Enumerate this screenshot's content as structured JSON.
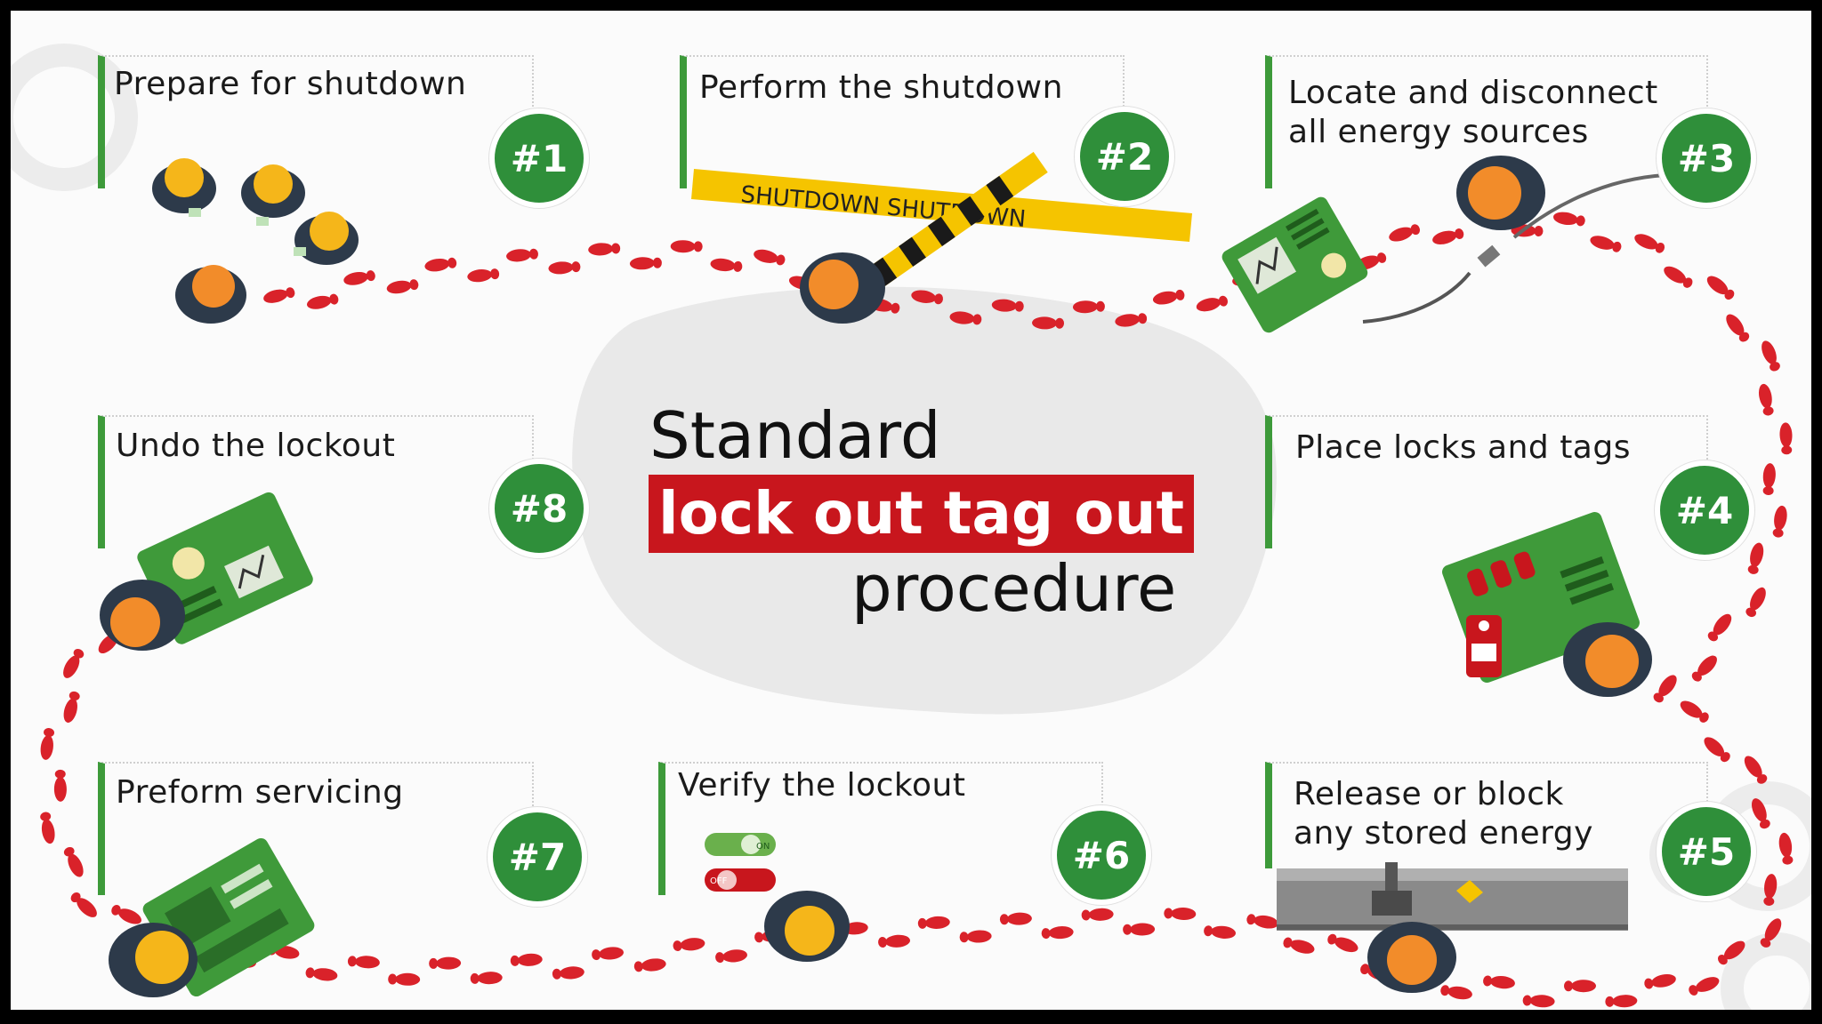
{
  "infographic": {
    "title_line1": "Standard",
    "title_line2": "lock out tag out",
    "title_line3": "procedure",
    "tape_text": "SHUTDOWN SHUTDOWN",
    "steps": [
      {
        "badge": "#1",
        "title": [
          "Prepare for shutdown"
        ]
      },
      {
        "badge": "#2",
        "title": [
          "Perform the shutdown"
        ]
      },
      {
        "badge": "#3",
        "title": [
          "Locate and disconnect",
          "all energy sources"
        ]
      },
      {
        "badge": "#4",
        "title": [
          "Place locks and tags"
        ]
      },
      {
        "badge": "#5",
        "title": [
          "Release or block",
          "any stored energy"
        ]
      },
      {
        "badge": "#6",
        "title": [
          "Verify the lockout"
        ]
      },
      {
        "badge": "#7",
        "title": [
          "Preform servicing"
        ]
      },
      {
        "badge": "#8",
        "title": [
          "Undo the lockout"
        ]
      }
    ],
    "switches": {
      "on_label": "ON",
      "off_label": "OFF"
    },
    "colors": {
      "badge_green": "#2f8f3a",
      "accent_red": "#c8161d",
      "footprint_red": "#d9222a",
      "helmet_yellow": "#f5b61a",
      "panel_green": "#3f9a3a",
      "tape_yellow": "#f5c400"
    }
  }
}
